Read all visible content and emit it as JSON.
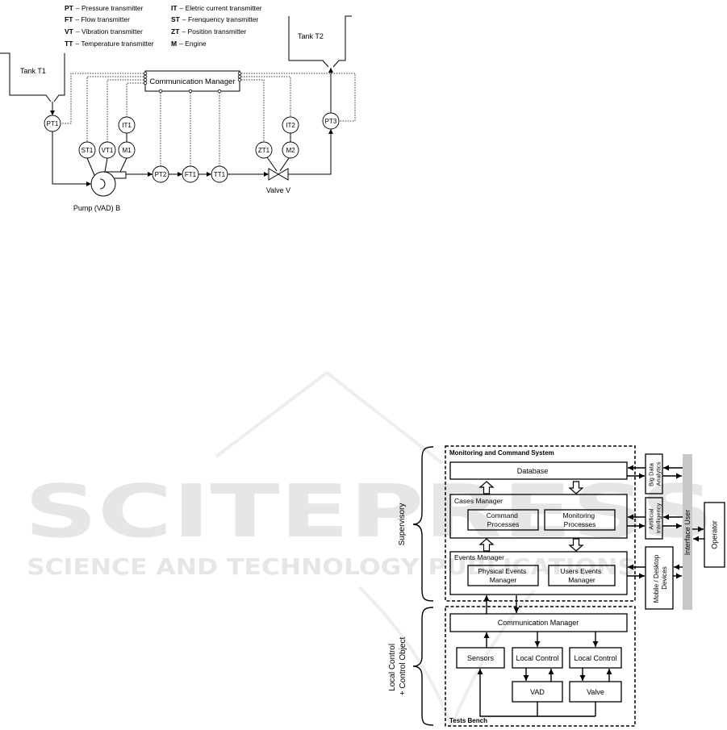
{
  "colors": {
    "line": "#000000",
    "dotted": "#333333",
    "interface_bar": "#c8c8c8",
    "watermark": "#e6e6e6"
  },
  "legend": [
    {
      "code": "PT",
      "desc": "– Pressure transmitter"
    },
    {
      "code": "FT",
      "desc": "– Flow transmitter"
    },
    {
      "code": "VT",
      "desc": "– Vibration transmitter"
    },
    {
      "code": "TT",
      "desc": "– Temperature transmitter"
    },
    {
      "code": "IT",
      "desc": "– Eletric current transmitter"
    },
    {
      "code": "ST",
      "desc": "– Frenquency transmitter"
    },
    {
      "code": "ZT",
      "desc": "– Position transmitter"
    },
    {
      "code": "M",
      "desc": "– Engine"
    }
  ],
  "process": {
    "tank_t1": "Tank T1",
    "tank_t2": "Tank T2",
    "communication_manager": "Communication Manager",
    "pump": "Pump (VAD) B",
    "valve": "Valve V",
    "instruments": {
      "pt1": "PT1",
      "st1": "ST1",
      "vt1": "VT1",
      "m1": "M1",
      "it1": "IT1",
      "pt2": "PT2",
      "ft1": "FT1",
      "tt1": "TT1",
      "zt1": "ZT1",
      "it2": "IT2",
      "m2": "M2",
      "pt3": "PT3"
    }
  },
  "architecture": {
    "supervisory": "Supervisory",
    "local_control": [
      "Local Control",
      "+ Control Object"
    ],
    "monitoring_system": "Monitoring and Command System",
    "database": "Database",
    "cases_manager": {
      "title": "Cases Manager",
      "command": [
        "Command",
        "Processes"
      ],
      "monitoring": [
        "Monitoring",
        "Processes"
      ]
    },
    "events_manager": {
      "title": "Events Manager",
      "physical": [
        "Physical Events",
        "Manager"
      ],
      "users": [
        "Users Events",
        "Manager"
      ]
    },
    "tests_bench": {
      "title": "Tests Bench",
      "communication_manager": "Communication Manager",
      "sensors": "Sensors",
      "local_control_1": "Local Control",
      "local_control_2": "Local Control",
      "vad": "VAD",
      "valve": "Valve"
    },
    "big_data": [
      "Big Data",
      "Analytics"
    ],
    "ai": [
      "Artificial",
      "Intelligency"
    ],
    "devices": [
      "Mobile / Desktop",
      "Devices"
    ],
    "interface_user": "Interface User",
    "operator": "Operator"
  },
  "watermark": {
    "title": "SCITEPRESS",
    "subtitle": "SCIENCE AND TECHNOLOGY PUBLICATIONS"
  }
}
